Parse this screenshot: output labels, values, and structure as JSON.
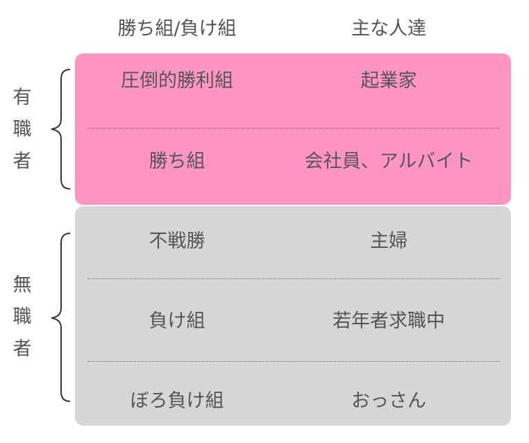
{
  "headers": {
    "col1": "勝ち組/負け組",
    "col2": "主な人達"
  },
  "groups": {
    "employed": {
      "label_chars": [
        "有",
        "職",
        "者"
      ],
      "color": "#ff95c5",
      "rows": [
        {
          "category": "圧倒的勝利組",
          "people": "起業家"
        },
        {
          "category": "勝ち組",
          "people": "会社員、アルバイト"
        }
      ]
    },
    "unemployed": {
      "label_chars": [
        "無",
        "職",
        "者"
      ],
      "color": "#d6d6d6",
      "rows": [
        {
          "category": "不戦勝",
          "people": "主婦"
        },
        {
          "category": "負け組",
          "people": "若年者求職中"
        },
        {
          "category": "ぼろ負け組",
          "people": "おっさん"
        }
      ]
    }
  }
}
